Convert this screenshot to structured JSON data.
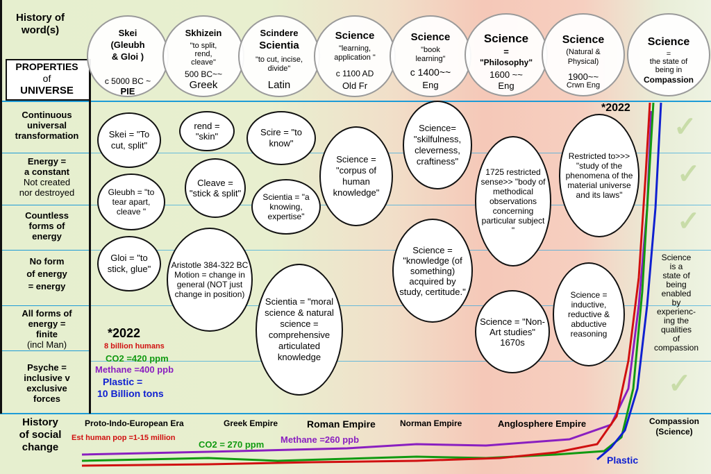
{
  "header": {
    "history_words_label": "History of word(s)",
    "properties_label_1": "PROPERTIES",
    "properties_label_2": "of",
    "properties_label_3": "UNIVERSE"
  },
  "word_circles": [
    {
      "l1": "Skei",
      "l2": "(Gleubh",
      "l3": "& Gloi )",
      "l4": "c 5000 BC ~",
      "l5": "PIE"
    },
    {
      "l1": "Skhizein",
      "l2": "\"to split,",
      "l3": "rend,",
      "l4": "cleave\"",
      "l5": "500 BC~~",
      "l6": "Greek"
    },
    {
      "l1": "Scindere",
      "l2": "Scientia",
      "l3": "\"to cut, incise,",
      "l4": "divide\"",
      "l5": "Latin"
    },
    {
      "l1": "Science",
      "l2": "\"learning,",
      "l3": "application \"",
      "l4": "c 1100 AD",
      "l5": "Old Fr"
    },
    {
      "l1": "Science",
      "l2": "\"book",
      "l3": "learning\"",
      "l4": "c 1400~~",
      "l5": "Eng"
    },
    {
      "l1": "Science",
      "l2": "=",
      "l3": "\"Philosophy\"",
      "l4": "1600 ~~",
      "l5": "Eng"
    },
    {
      "l1": "Science",
      "l2": "(Natural &",
      "l3": "Physical)",
      "l4": "1900~~",
      "l5": "Crwn Eng"
    },
    {
      "l1": "Science",
      "l2": "=",
      "l3": "the state of",
      "l4": "being in",
      "l5": "Compassion"
    }
  ],
  "properties": [
    {
      "lines": [
        "Continuous",
        "universal",
        "transformation"
      ]
    },
    {
      "lines": [
        "Energy =",
        "a constant"
      ],
      "sub": [
        "Not created",
        "nor destroyed"
      ]
    },
    {
      "lines": [
        "Countless",
        "forms of",
        "energy"
      ]
    },
    {
      "lines": [
        "No form",
        "of energy",
        "= energy"
      ]
    },
    {
      "lines": [
        "All forms of",
        "energy =",
        "finite"
      ],
      "sub": [
        "(incl Man)"
      ]
    },
    {
      "lines": [
        "Psyche =",
        "inclusive v",
        "exclusive",
        "forces"
      ]
    }
  ],
  "ovals": {
    "skei": "Skei = \"To cut, split\"",
    "gleubh": "Gleubh = \"to tear apart, cleave \"",
    "gloi": "Gloi = \"to stick, glue\"",
    "rend": "rend = \"skin\"",
    "cleave": "Cleave = \"stick & split\"",
    "aristotle": "Aristotle 384-322 BC Motion = change in general (NOT just change in position)",
    "scire": "Scire = \"to know\"",
    "scientia1": "Scientia = \"a knowing, expertise\"",
    "scientia2": "Scientia = \"moral science & natural science = comprehensive articulated knowledge",
    "corpus": "Science = \"corpus of human knowledge\"",
    "skilful": "Science= \"skilfulness, cleverness, craftiness\"",
    "knowledge": "Science = \"knowledge (of something) acquired by study, certitude.\"",
    "restricted_1725": "1725 restricted sense>> \"body of methodical observations concerning particular subject \"",
    "nonart": "Science = \"Non-Art studies\" 1670s",
    "restricted_to": "Restricted to>>> \"study of the phenomena of the material universe and its laws\"",
    "inductive": "Science = inductive, reductive & abductive reasoning"
  },
  "right_note": [
    "Science",
    "is a",
    "state of",
    "being",
    "enabled",
    "by",
    "experienc-",
    "ing the",
    "qualities",
    "of",
    "compassion"
  ],
  "year_top": "*2022",
  "stats_2022": {
    "year": "*2022",
    "humans": "8 billion humans",
    "co2": "CO2 =420 ppm",
    "methane": "Methane =400 ppb",
    "plastic_1": "Plastic =",
    "plastic_2": "10 Billion tons"
  },
  "bottom": {
    "history_social": [
      "History",
      "of social",
      "change"
    ],
    "eras": [
      "Proto-Indo-European Era",
      "Greek Empire",
      "Roman Empire",
      "Norman Empire",
      "Anglosphere Empire"
    ],
    "compassion": [
      "Compassion",
      "(Science)"
    ],
    "est_pop": "Est human pop =1-15 million",
    "co2_old": "CO2 = 270 ppm",
    "methane_old": "Methane =260 ppb",
    "plastic": "Plastic"
  },
  "colors": {
    "humans": "#d01010",
    "co2": "#119a11",
    "methane": "#8a1fc0",
    "plastic": "#1020d0",
    "lines": "#1d9bd7"
  }
}
